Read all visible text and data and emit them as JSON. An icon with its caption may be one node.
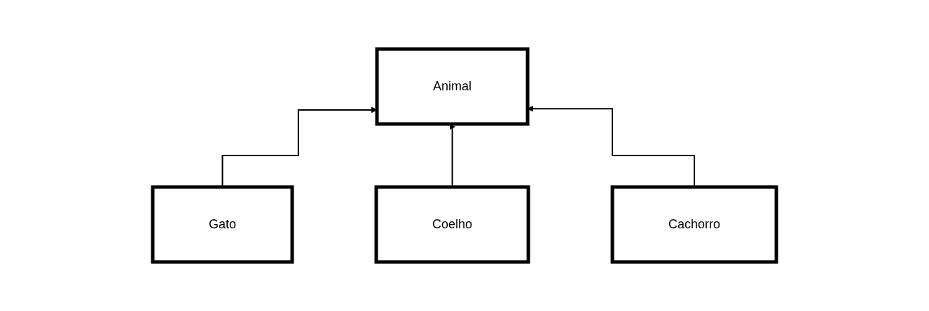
{
  "diagram": {
    "nodes": [
      {
        "text": [
          "Animal"
        ]
      },
      {
        "text": [
          "Gato"
        ]
      },
      {
        "text": [
          "Coelho"
        ]
      },
      {
        "text": [
          "Cachorro"
        ]
      }
    ],
    "edges": [
      {
        "from": 1,
        "to": 0,
        "arrow": "to"
      },
      {
        "from": 2,
        "to": 0,
        "arrow": "to"
      },
      {
        "from": 3,
        "to": 0,
        "arrow": "to"
      }
    ]
  }
}
